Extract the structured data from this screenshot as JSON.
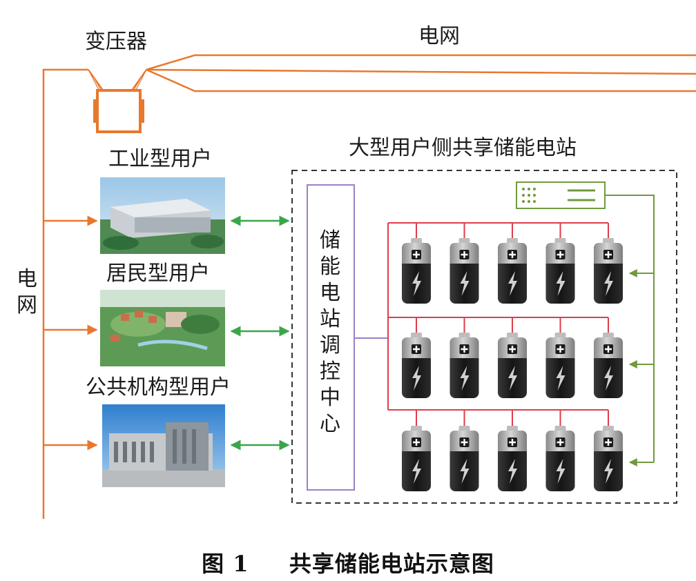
{
  "labels": {
    "transformer": "变压器",
    "grid_top": "电网",
    "grid_left": "电网",
    "station_title": "大型用户侧共享储能电站",
    "control_center": "储能电站调控中心"
  },
  "users": [
    {
      "label": "工业型用户"
    },
    {
      "label": "居民型用户"
    },
    {
      "label": "公共机构型用户"
    }
  ],
  "caption": {
    "number": "图 1",
    "title": "共享储能电站示意图"
  },
  "battery_grid": {
    "rows": 3,
    "columns": 5
  },
  "colors": {
    "grid_line": "#e8782e",
    "user_link": "#3aa64a",
    "battery_bus": "#e03c4a",
    "control_line": "#9b7fc4",
    "monitor_line": "#6f9a3c",
    "station_border": "#333333",
    "battery_body": "#1f1f1f",
    "battery_cap": "#a8a8a8"
  },
  "icons": {
    "transformer": "transformer-icon",
    "battery": "battery-icon",
    "monitor": "monitoring-device-icon"
  }
}
